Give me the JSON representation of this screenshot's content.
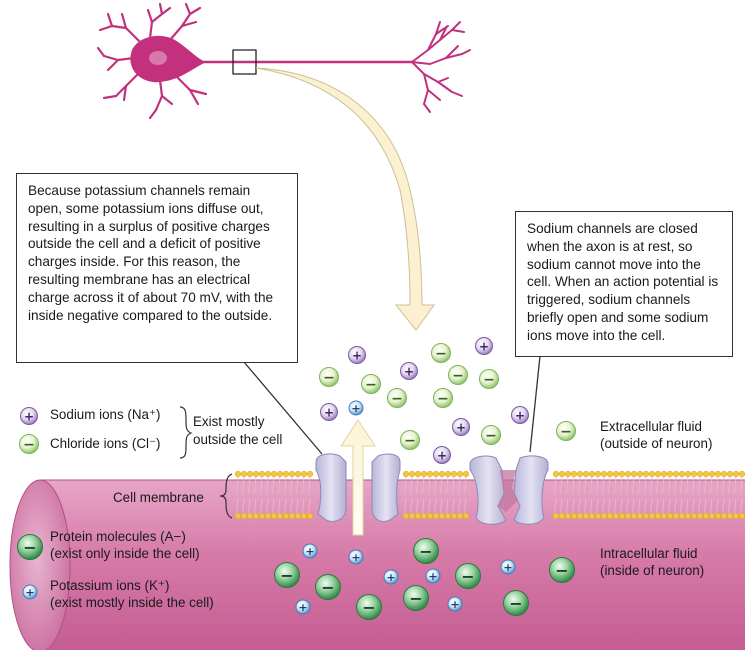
{
  "callouts": {
    "potassium": "Because potassium channels remain open, some potassium ions diffuse out, resulting in a surplus of positive charges outside the cell and a deficit of positive charges inside. For this reason, the resulting membrane has an electrical charge across it of about 70 mV, with the inside negative compared to the outside.",
    "sodium": "Sodium channels are closed when the axon is at rest, so sodium cannot move into the cell. When an action potential is triggered, sodium channels briefly open and some sodium ions move into the cell."
  },
  "legend_outside": {
    "sodium": "Sodium ions (Na⁺)",
    "chloride": "Chloride ions (Cl⁻)",
    "group_line1": "Exist mostly",
    "group_line2": "outside the cell"
  },
  "legend_inside": {
    "protein_line1": "Protein molecules (A−)",
    "protein_line2": "(exist only inside the cell)",
    "potassium_line1": "Potassium ions (K⁺)",
    "potassium_line2": "(exist mostly inside the cell)"
  },
  "labels": {
    "cell_membrane": "Cell membrane",
    "extracellular_line1": "Extracellular fluid",
    "extracellular_line2": "(outside of neuron)",
    "intracellular_line1": "Intracellular fluid",
    "intracellular_line2": "(inside of neuron)"
  },
  "symbols": {
    "plus": "+",
    "minus": "−"
  },
  "colors": {
    "neuron": "#c2307e",
    "axon_body": "#d06fa0",
    "membrane_head": "#f2c53c",
    "sodium_ion": "#8e6fb0",
    "chloride_ion": "#a6d487",
    "protein_ion": "#3f9a54",
    "potassium_ion": "#3e8fd0",
    "arrow_beige": "#f9edc4"
  }
}
